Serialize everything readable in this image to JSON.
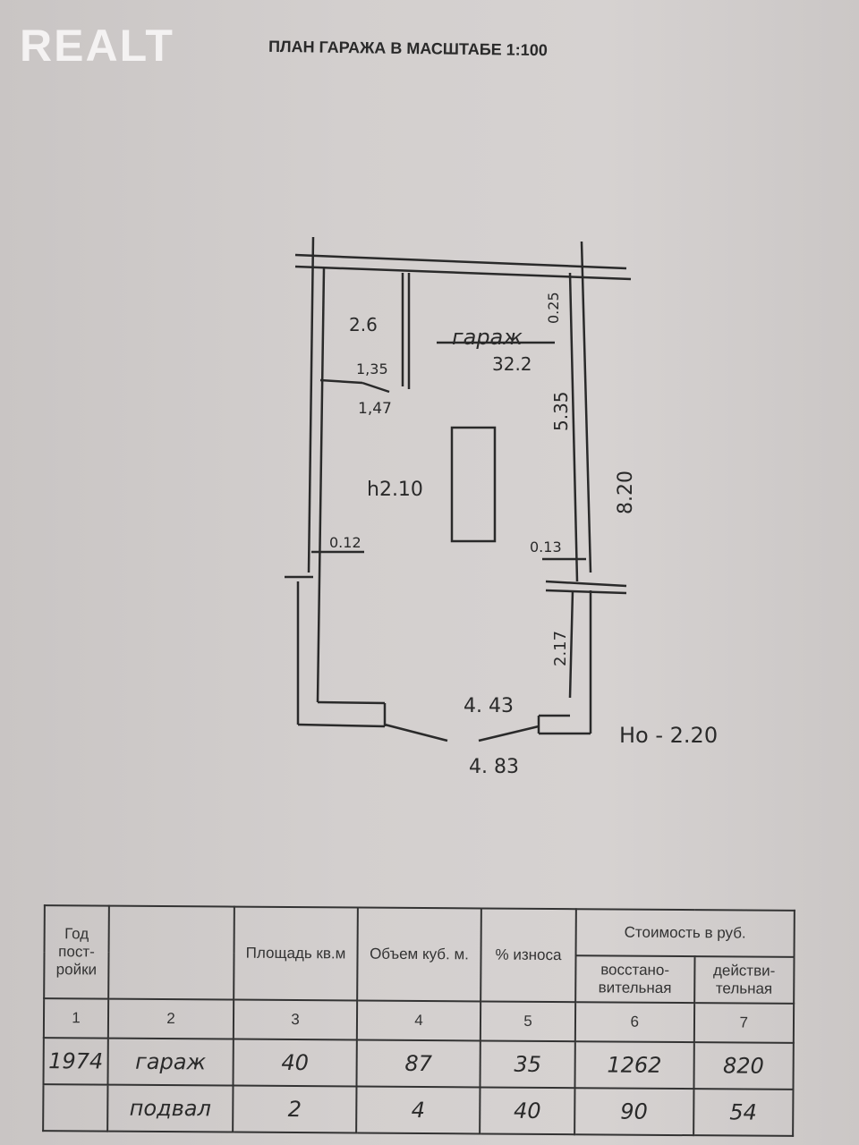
{
  "logo": "REALT",
  "title": "ПЛАН ГАРАЖА В МАСШТАБЕ 1:100",
  "plan": {
    "room_name": "гараж",
    "room_area": "32.2",
    "small_room_area": "2.6",
    "dim_1_35": "1,35",
    "dim_1_47": "1,47",
    "height": "h2.10",
    "dim_0_12": "0.12",
    "dim_0_13": "0.13",
    "dim_0_25": "0.25",
    "dim_5_35": "5.35",
    "dim_8_20": "8.20",
    "dim_2_17": "2.17",
    "dim_4_43": "4. 43",
    "dim_4_83": "4. 83",
    "h0": "Hо - 2.20"
  },
  "table": {
    "headers": {
      "year": "Год пост-ройки",
      "area": "Площадь кв.м",
      "volume": "Объем куб. м.",
      "wear": "% износа",
      "cost": "Стоимость в руб.",
      "restore": "восстано-вительная",
      "actual": "действи-тельная"
    },
    "col_numbers": [
      "1",
      "2",
      "3",
      "4",
      "5",
      "6",
      "7"
    ],
    "rows": [
      [
        "1974",
        "гараж",
        "40",
        "87",
        "35",
        "1262",
        "820"
      ],
      [
        "",
        "подвал",
        "2",
        "4",
        "40",
        "90",
        "54"
      ]
    ]
  }
}
